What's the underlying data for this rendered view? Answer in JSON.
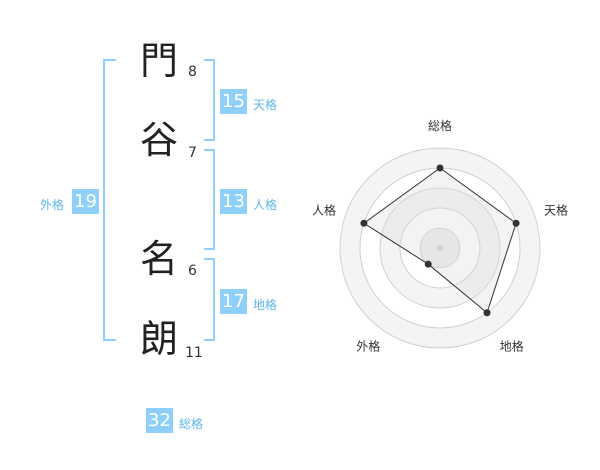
{
  "name": {
    "chars": [
      {
        "char": "門",
        "strokes": "8"
      },
      {
        "char": "谷",
        "strokes": "7"
      },
      {
        "char": "名",
        "strokes": "6"
      },
      {
        "char": "朗",
        "strokes": "11"
      }
    ]
  },
  "fortunes": {
    "tenkaku": {
      "value": "15",
      "label": "天格"
    },
    "jinkaku": {
      "value": "13",
      "label": "人格"
    },
    "chikaku": {
      "value": "17",
      "label": "地格"
    },
    "gaikaku": {
      "value": "19",
      "label": "外格"
    },
    "soukaku": {
      "value": "32",
      "label": "総格"
    }
  },
  "colors": {
    "accent": "#8fd0fb",
    "bracket": "#8fd0fb",
    "label": "#5cb6ee",
    "radar_fill": "#efefef"
  },
  "chart_data": {
    "type": "radar",
    "axes": [
      "総格",
      "天格",
      "地格",
      "外格",
      "人格"
    ],
    "values": [
      4,
      4,
      4,
      1,
      4
    ],
    "max": 5,
    "grid": true
  }
}
